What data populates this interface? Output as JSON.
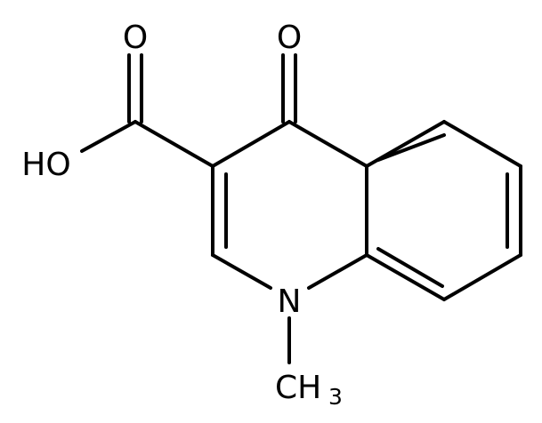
{
  "atoms": {
    "o_carbonyl_acid": "O",
    "o_hydroxyl": "HO",
    "o_ketone": "O",
    "n_ring": "N",
    "methyl": "CH",
    "methyl_subscript": "3"
  }
}
